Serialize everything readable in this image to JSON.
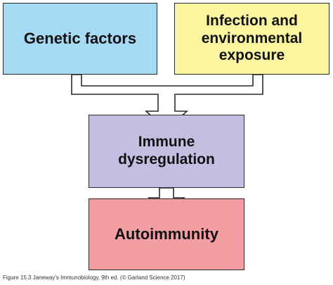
{
  "boxes": {
    "genetic": {
      "lines": [
        "Genetic factors"
      ],
      "color": "#a6d9f4"
    },
    "infection": {
      "lines": [
        "Infection and",
        "environmental",
        "exposure"
      ],
      "color": "#fbf5a0"
    },
    "dysregulation": {
      "lines": [
        "Immune",
        "dysregulation"
      ],
      "color": "#c2bfe0"
    },
    "autoimmunity": {
      "lines": [
        "Autoimmunity"
      ],
      "color": "#f39ea2"
    }
  },
  "caption": "Figure 15.3  Janeway’s Immunobiology, 9th ed. (© Garland Science 2017)"
}
